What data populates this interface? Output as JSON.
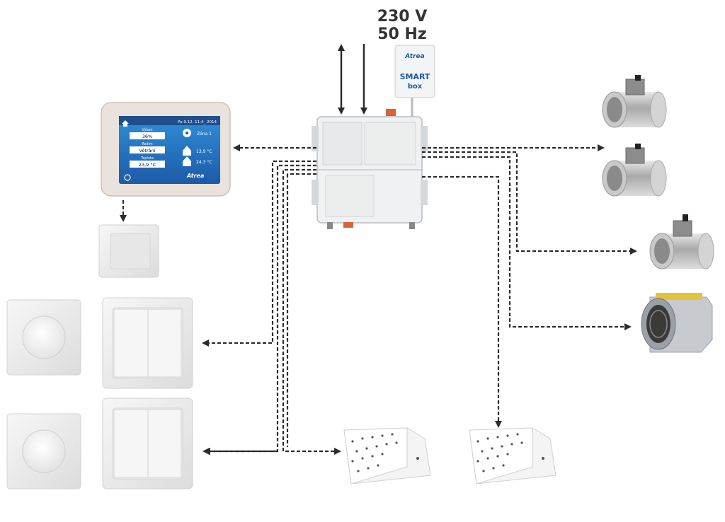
{
  "power": {
    "voltage": "230 V",
    "frequency": "50 Hz"
  },
  "smartbox": {
    "brand": "Atrea",
    "line1": "SMART",
    "line2": "box"
  },
  "panel": {
    "brand": "Atrea",
    "status": "Po 9.12. 11:4_ 2014",
    "fields": [
      {
        "label": "Výkon",
        "value": "36%"
      },
      {
        "label": "Režim",
        "value": "Větrání"
      },
      {
        "label": "Teplota",
        "value": "23,9 °C"
      }
    ],
    "zone": "Zóna 1",
    "readings": [
      "13,9 °C",
      "24,3 °C"
    ]
  },
  "colors": {
    "line": "#2b2b2b",
    "screen": "#2f8fd8",
    "accent": "#1c5aa8"
  }
}
